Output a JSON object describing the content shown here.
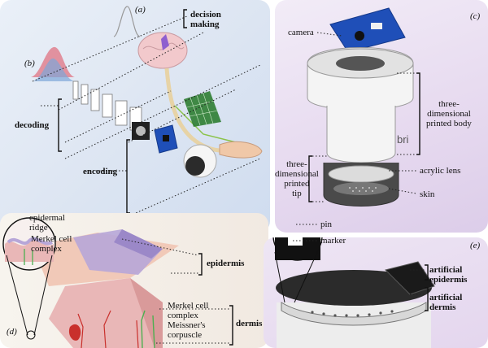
{
  "panels": {
    "a": "(a)",
    "b": "(b)",
    "c": "(c)",
    "d": "(d)",
    "e": "(e)"
  },
  "panel_ab": {
    "decision_making": [
      "decision",
      "making"
    ],
    "decoding": "decoding",
    "encoding": "encoding"
  },
  "panel_c": {
    "camera": "camera",
    "printed_body": [
      "three-",
      "dimensional",
      "printed body"
    ],
    "printed_tip": [
      "three-",
      "dimensional",
      "printed",
      "tip"
    ],
    "acrylic_lens": "acrylic lens",
    "skin": "skin",
    "bottom_text": "bri"
  },
  "panel_d": {
    "epidermal_ridge": [
      "epidermal",
      "ridge"
    ],
    "merkel_top": [
      "Merkel cell",
      "complex"
    ],
    "epidermis": "epidermis",
    "merkel_bottom": [
      "Merkel cell",
      "complex"
    ],
    "meissner": [
      "Meissner's",
      "corpuscle"
    ],
    "dermis": "dermis"
  },
  "panel_e": {
    "pin": "pin",
    "marker": "marker",
    "artificial_epidermis": [
      "artificial",
      "epidermis"
    ],
    "artificial_dermis": [
      "artificial",
      "dermis"
    ]
  },
  "colors": {
    "nerve_green": "#4caf50",
    "pcb_blue": "#1f4fb8",
    "skin_pink": "#e9b7b7",
    "epidermis_purple": "#b7a6d8",
    "meissner_red": "#c9302c"
  }
}
